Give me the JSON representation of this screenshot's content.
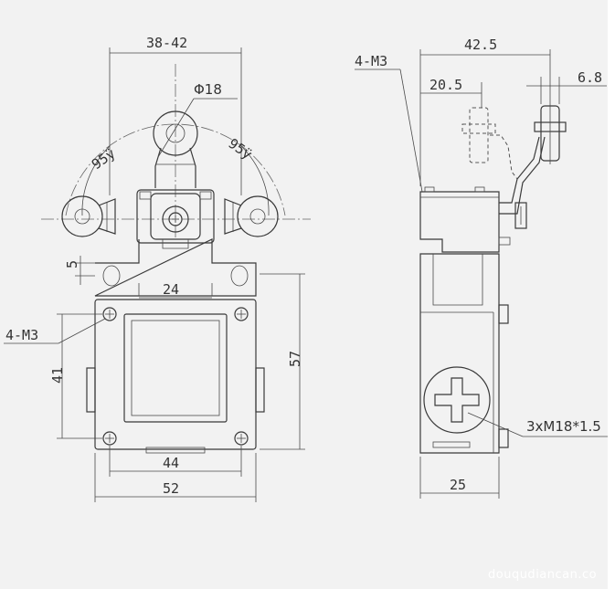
{
  "dimensions": {
    "front": {
      "roller_width": "38-42",
      "roller_diameter": "Φ18",
      "angle_left": "95ÿ",
      "angle_right": "95ÿ",
      "slot_5": "5",
      "slot_24": "24",
      "mount_thread": "4-M3",
      "height_41": "41",
      "height_57": "57",
      "hole_spacing": "44",
      "body_width": "52"
    },
    "side": {
      "total_length": "42.5",
      "thread_top": "4-M3",
      "offset": "20.5",
      "roller_width": "6.8",
      "conduit_thread": "3xM18*1.5",
      "depth": "25"
    }
  },
  "watermark": "douqudiancan.co"
}
